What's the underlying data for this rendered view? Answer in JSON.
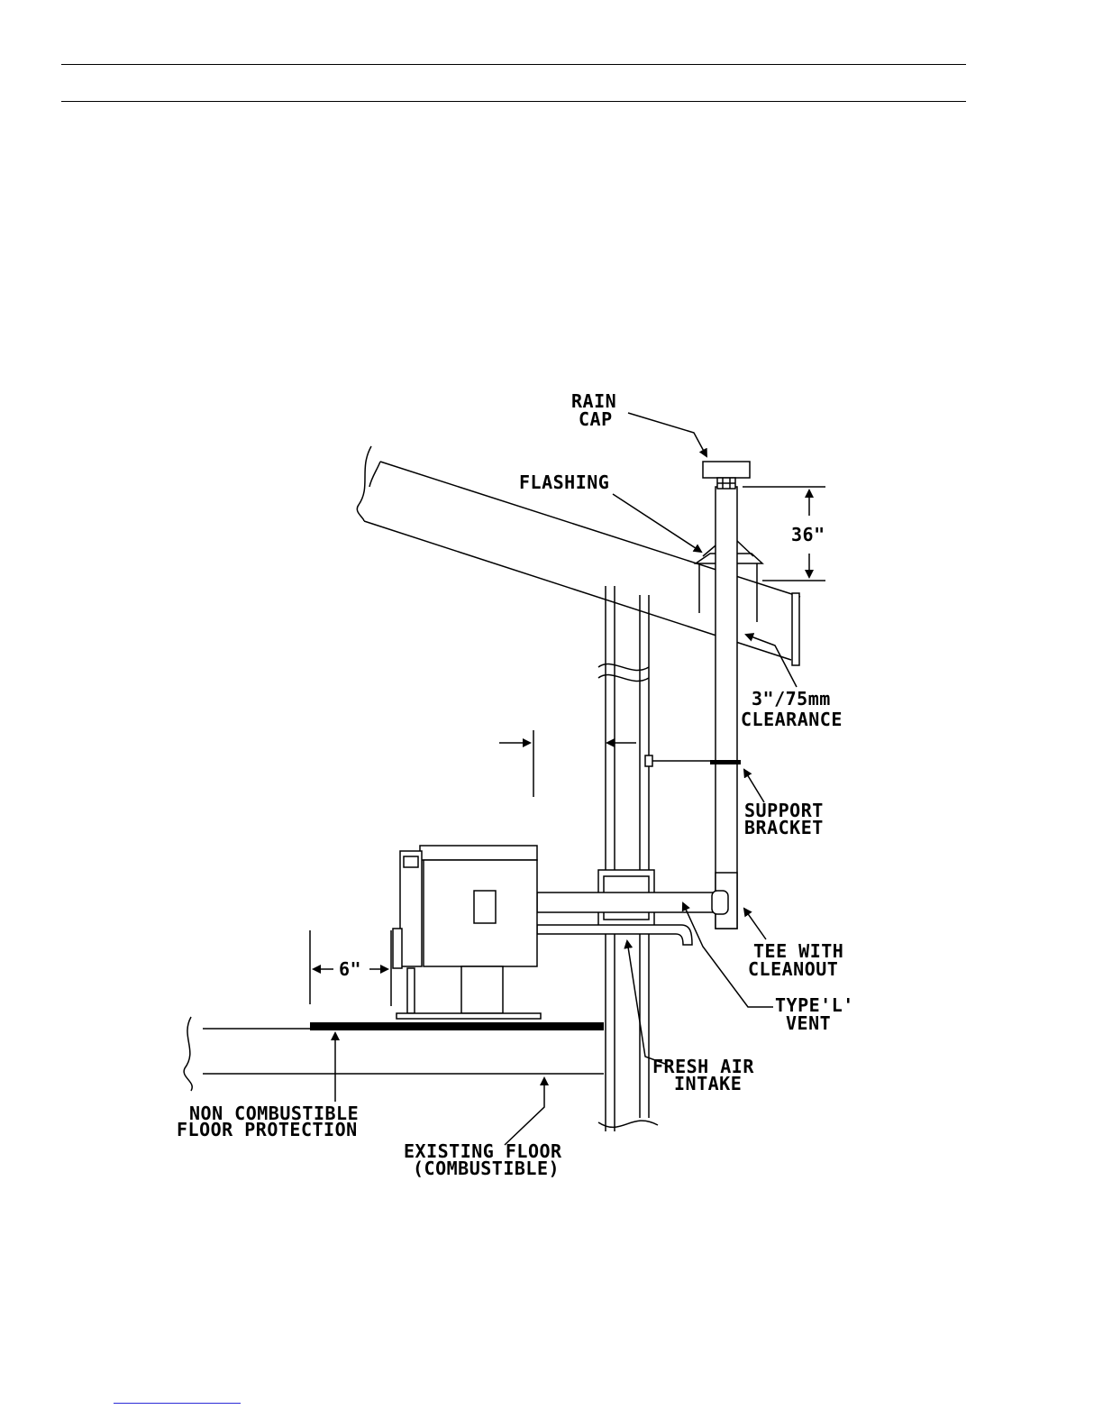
{
  "labels": {
    "rain_cap_1": "RAIN",
    "rain_cap_2": "CAP",
    "flashing": "FLASHING",
    "dim_36": "36\"",
    "clearance_1": "3\"/75mm",
    "clearance_2": "CLEARANCE",
    "support_1": "SUPPORT",
    "support_2": "BRACKET",
    "tee_1": "TEE WITH",
    "tee_2": "CLEANOUT",
    "type_l_1": "TYPE'L'",
    "type_l_2": "VENT",
    "fresh_air_1": "FRESH AIR",
    "fresh_air_2": "INTAKE",
    "dim_6": "6\"",
    "floor_prot_1": "NON COMBUSTIBLE",
    "floor_prot_2": "FLOOR PROTECTION",
    "existing_1": "EXISTING FLOOR",
    "existing_2": "(COMBUSTIBLE)"
  },
  "colors": {
    "line": "#000000",
    "footer_link": "#2b2bd6"
  }
}
